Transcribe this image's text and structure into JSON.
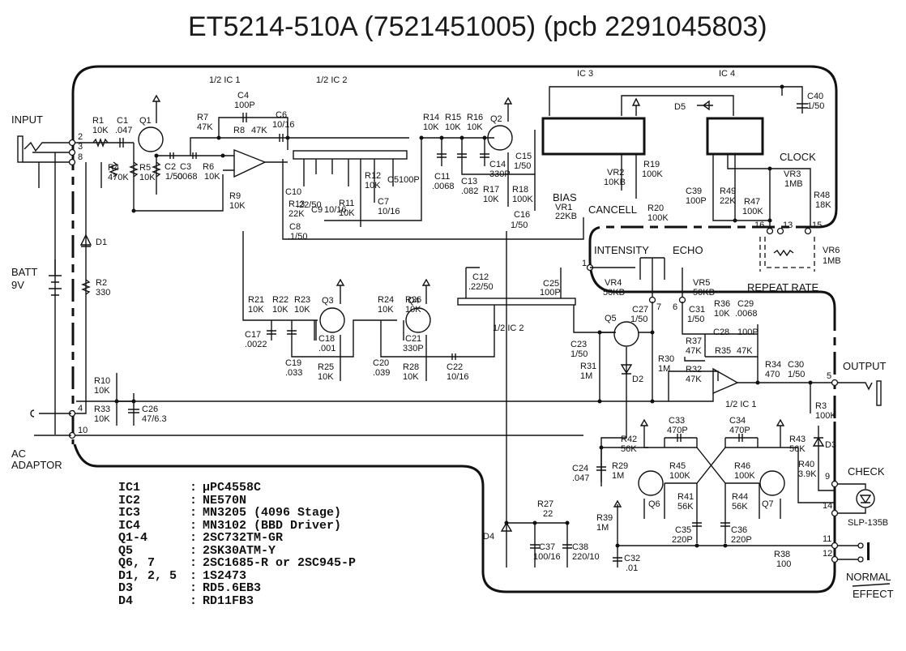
{
  "title": "ET5214-510A (7521451005) (pcb 2291045803)",
  "sections": {
    "half_ic1_top": "1/2 IC 1",
    "half_ic2_top": "1/2 IC 2",
    "ic3": "IC 3",
    "ic4": "IC 4",
    "half_ic2_mid": "1/2 IC 2",
    "half_ic1_bot": "1/2 IC 1"
  },
  "io_labels": {
    "input": "INPUT",
    "output": "OUTPUT",
    "batt": "BATT",
    "batt_v": "9V",
    "ac1": "AC",
    "ac2": "ADAPTOR",
    "check": "CHECK",
    "led": "SLP-135B",
    "normal": "NORMAL",
    "effect": "EFFECT",
    "intensity": "INTENSITY",
    "echo": "ECHO",
    "repeat_rate": "REPEAT RATE",
    "clock": "CLOCK",
    "bias": "BIAS",
    "cancell": "CANCELL"
  },
  "terminals": [
    "1",
    "2",
    "3",
    "4",
    "5",
    "6",
    "7",
    "8",
    "9",
    "10",
    "11",
    "12",
    "13",
    "14",
    "15",
    "16"
  ],
  "components": {
    "R1": [
      "R1",
      "10K"
    ],
    "C1": [
      "C1",
      ".047"
    ],
    "Q1": [
      "Q1",
      ""
    ],
    "R4": [
      "R4",
      "470K"
    ],
    "R5": [
      "R5",
      "10K"
    ],
    "C2": [
      "C2",
      "1/50"
    ],
    "C3": [
      "C3",
      ".0068"
    ],
    "R6": [
      "R6",
      "10K"
    ],
    "R7": [
      "R7",
      "47K"
    ],
    "R8": [
      "R8",
      "47K"
    ],
    "C4": [
      "C4",
      "100P"
    ],
    "R9": [
      "R9",
      "10K"
    ],
    "C6": [
      "C6",
      "10/16"
    ],
    "C10": [
      "C10",
      ".22/50"
    ],
    "C9": [
      "C9",
      "10/16"
    ],
    "R13": [
      "R13",
      "22K"
    ],
    "C8": [
      "C8",
      ".1/50"
    ],
    "R11": [
      "R11",
      "10K"
    ],
    "R12": [
      "R12",
      "10K"
    ],
    "C7": [
      "C7",
      "10/16"
    ],
    "C5": [
      "C5",
      "100P"
    ],
    "R14": [
      "R14",
      "10K"
    ],
    "R15": [
      "R15",
      "10K"
    ],
    "R16": [
      "R16",
      "10K"
    ],
    "Q2": [
      "Q2",
      ""
    ],
    "C11": [
      "C11",
      ".0068"
    ],
    "C13": [
      "C13",
      ".082"
    ],
    "C14": [
      "C14",
      "330P"
    ],
    "C15": [
      "C15",
      "1/50"
    ],
    "R17": [
      "R17",
      "10K"
    ],
    "R18": [
      "R18",
      "100K"
    ],
    "C16": [
      "C16",
      "1/50"
    ],
    "VR1": [
      "VR1",
      "22KB"
    ],
    "VR2": [
      "VR2",
      "10KB"
    ],
    "R19": [
      "R19",
      "100K"
    ],
    "R20": [
      "R20",
      "100K"
    ],
    "D5": [
      "D5",
      ""
    ],
    "C40": [
      "C40",
      "1/50"
    ],
    "C39": [
      "C39",
      "100P"
    ],
    "R49": [
      "R49",
      "22K"
    ],
    "R47": [
      "R47",
      "100K"
    ],
    "VR3": [
      "VR3",
      "1MB"
    ],
    "R48": [
      "R48",
      "18K"
    ],
    "VR6": [
      "VR6",
      "1MB"
    ],
    "VR4": [
      "VR4",
      "50KB"
    ],
    "VR5": [
      "VR5",
      "50KB"
    ],
    "D1": [
      "D1",
      ""
    ],
    "R2": [
      "R2",
      "330"
    ],
    "R21": [
      "R21",
      "10K"
    ],
    "R22": [
      "R22",
      "10K"
    ],
    "R23": [
      "R23",
      "10K"
    ],
    "Q3": [
      "Q3",
      ""
    ],
    "C17": [
      "C17",
      ".0022"
    ],
    "C18": [
      "C18",
      ".001"
    ],
    "C19": [
      "C19",
      ".033"
    ],
    "R25": [
      "R25",
      "10K"
    ],
    "R24": [
      "R24",
      "10K"
    ],
    "R26": [
      "R26",
      "10K"
    ],
    "Q4": [
      "Q4",
      ""
    ],
    "C20": [
      "C20",
      ".039"
    ],
    "C21": [
      "C21",
      "330P"
    ],
    "R28": [
      "R28",
      "10K"
    ],
    "C22": [
      "C22",
      "10/16"
    ],
    "C12": [
      "C12",
      ".22/50"
    ],
    "C25": [
      "C25",
      "100P"
    ],
    "C23": [
      "C23",
      "1/50"
    ],
    "Q5": [
      "Q5",
      ""
    ],
    "C27": [
      "C27",
      "1/50"
    ],
    "R31": [
      "R31",
      "1M"
    ],
    "R30": [
      "R30",
      "1M"
    ],
    "D2": [
      "D2",
      ""
    ],
    "C31": [
      "C31",
      "1/50"
    ],
    "R36": [
      "R36",
      "10K"
    ],
    "C29": [
      "C29",
      ".0068"
    ],
    "C28": [
      "C28",
      "100P"
    ],
    "R37": [
      "R37",
      "47K"
    ],
    "R35": [
      "R35",
      "47K"
    ],
    "R32": [
      "R32",
      "47K"
    ],
    "R34": [
      "R34",
      "470"
    ],
    "C30": [
      "C30",
      "1/50"
    ],
    "R3": [
      "R3",
      "100K"
    ],
    "R10": [
      "R10",
      "10K"
    ],
    "R33": [
      "R33",
      "10K"
    ],
    "C26": [
      "C26",
      "47/6.3"
    ],
    "C24": [
      "C24",
      ".047"
    ],
    "R29": [
      "R29",
      "1M"
    ],
    "R42": [
      "R42",
      "56K"
    ],
    "C33": [
      "C33",
      "470P"
    ],
    "R45": [
      "R45",
      "100K"
    ],
    "C34": [
      "C34",
      "470P"
    ],
    "R46": [
      "R46",
      "100K"
    ],
    "R43": [
      "R43",
      "56K"
    ],
    "Q6": [
      "Q6",
      ""
    ],
    "Q7": [
      "Q7",
      ""
    ],
    "R41": [
      "R41",
      "56K"
    ],
    "R44": [
      "R44",
      "56K"
    ],
    "C35": [
      "C35",
      "220P"
    ],
    "C36": [
      "C36",
      "220P"
    ],
    "R39": [
      "R39",
      "1M"
    ],
    "C32": [
      "C32",
      ".01"
    ],
    "R38": [
      "R38",
      "100"
    ],
    "R40": [
      "R40",
      "3.9K"
    ],
    "D3": [
      "D3",
      ""
    ],
    "D4": [
      "D4",
      ""
    ],
    "R27": [
      "R27",
      "22"
    ],
    "C37": [
      "C37",
      "100/16"
    ],
    "C38": [
      "C38",
      "220/10"
    ]
  },
  "parts_list": [
    {
      "ref": "IC1",
      "part": "µPC4558C"
    },
    {
      "ref": "IC2",
      "part": "NE570N"
    },
    {
      "ref": "IC3",
      "part": "MN3205 (4096 Stage)"
    },
    {
      "ref": "IC4",
      "part": "MN3102 (BBD Driver)"
    },
    {
      "ref": "Q1-4",
      "part": "2SC732TM-GR"
    },
    {
      "ref": "Q5",
      "part": "2SK30ATM-Y"
    },
    {
      "ref": "Q6, 7",
      "part": "2SC1685-R or 2SC945-P"
    },
    {
      "ref": "D1, 2, 5",
      "part": "1S2473"
    },
    {
      "ref": "D3",
      "part": "RD5.6EB3"
    },
    {
      "ref": "D4",
      "part": "RD11FB3"
    }
  ],
  "parts_sep": ":"
}
